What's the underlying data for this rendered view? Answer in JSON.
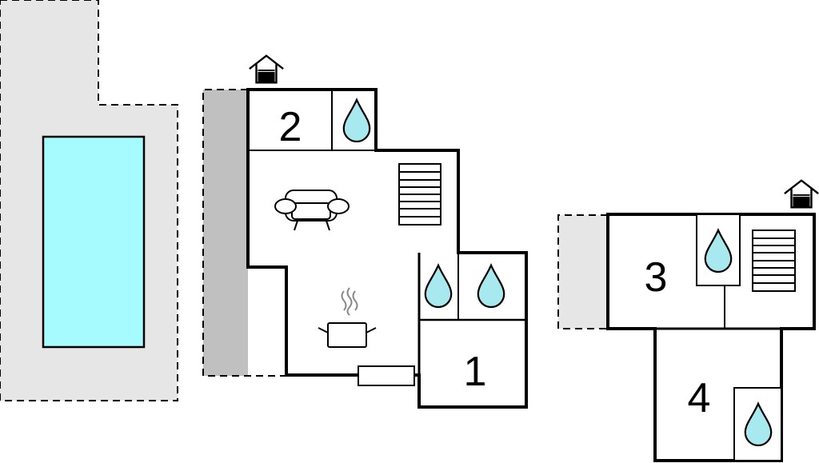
{
  "floor_plan": {
    "rooms": [
      {
        "label": "1"
      },
      {
        "label": "2"
      },
      {
        "label": "3"
      },
      {
        "label": "4"
      }
    ],
    "colors": {
      "wall": "#000000",
      "pool_water": "#a6fbff",
      "water_drop": "#a7e9ee",
      "terrace_light": "#e6e6e6",
      "terrace_dark": "#c0c0c0",
      "background": "#ffffff"
    },
    "icons": [
      "pool-icon",
      "water-drop-icon",
      "sofa-icon",
      "stairs-icon",
      "cooking-pot-icon",
      "entrance-house-icon",
      "radiator-icon"
    ]
  }
}
